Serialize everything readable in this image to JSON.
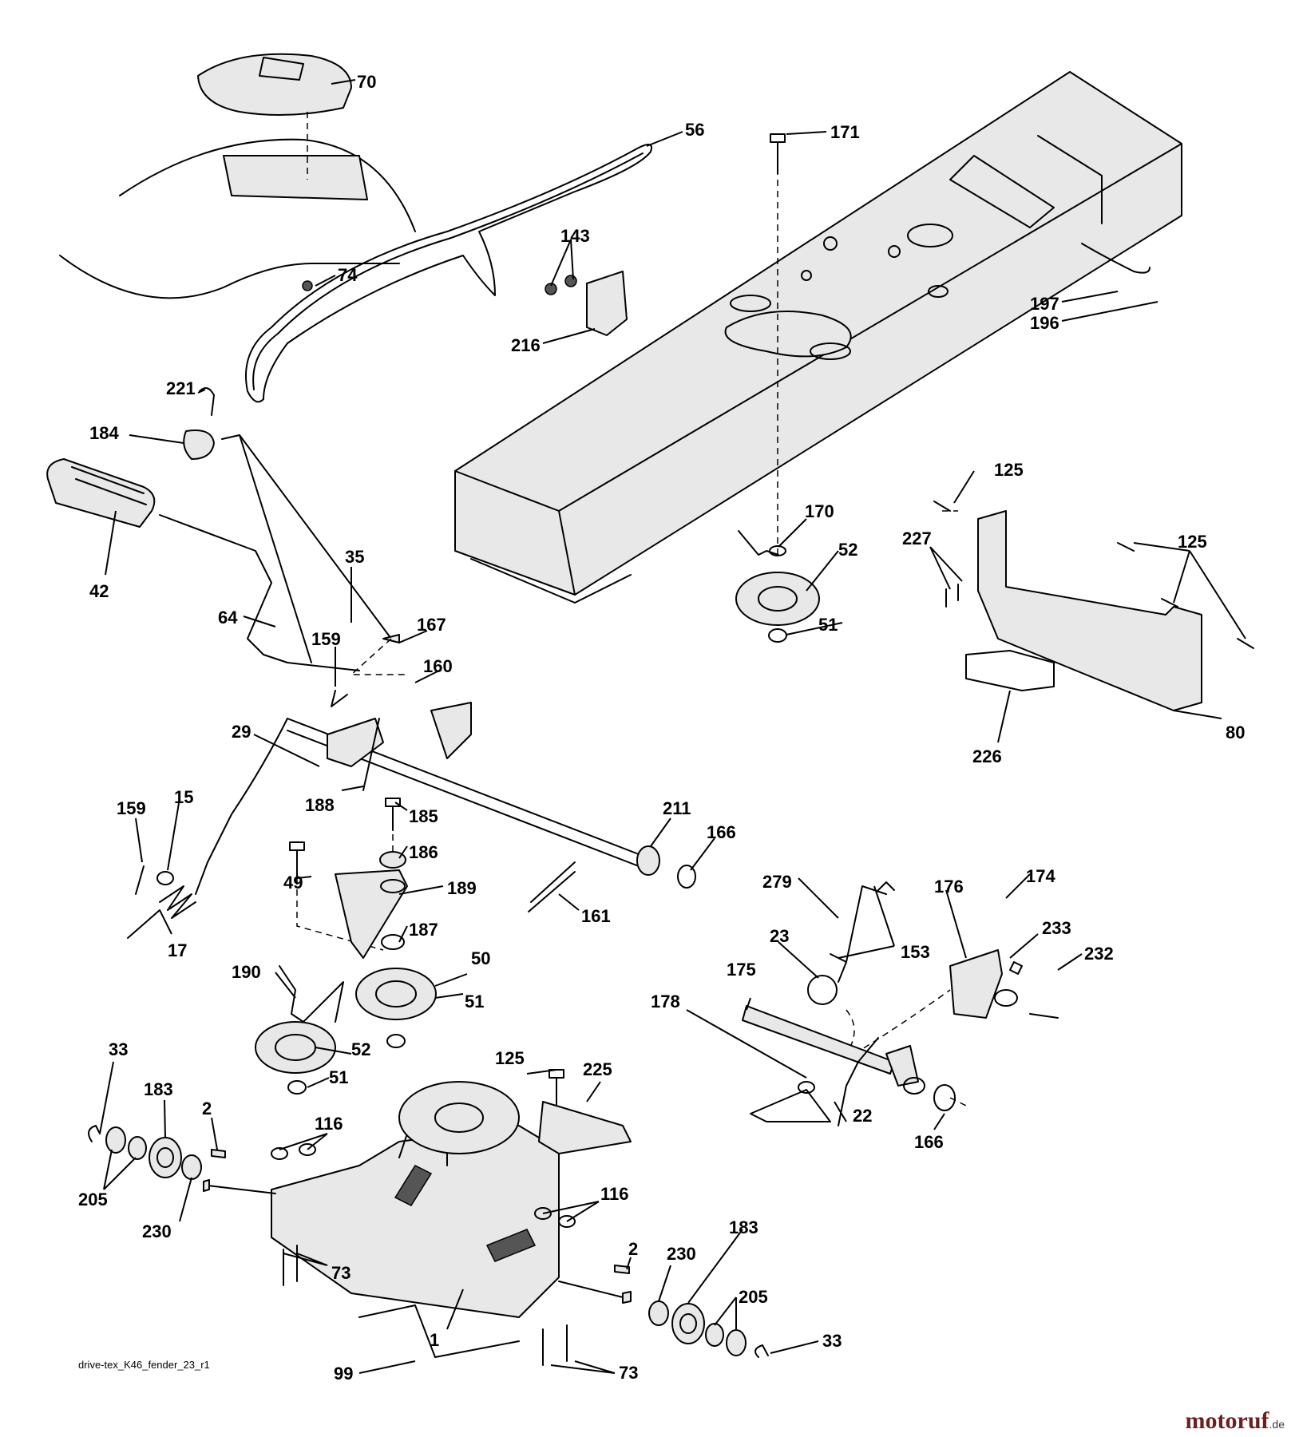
{
  "diagram": {
    "footer_label": "drive-tex_K46_fender_23_r1",
    "brand": {
      "name": "motoruf",
      "suffix": ".de"
    },
    "callouts": [
      {
        "id": "c70",
        "label": "70"
      },
      {
        "id": "c56",
        "label": "56"
      },
      {
        "id": "c171",
        "label": "171"
      },
      {
        "id": "c74",
        "label": "74"
      },
      {
        "id": "c143",
        "label": "143"
      },
      {
        "id": "c216",
        "label": "216"
      },
      {
        "id": "c197",
        "label": "197"
      },
      {
        "id": "c196",
        "label": "196"
      },
      {
        "id": "c221",
        "label": "221"
      },
      {
        "id": "c184",
        "label": "184"
      },
      {
        "id": "c42",
        "label": "42"
      },
      {
        "id": "c35",
        "label": "35"
      },
      {
        "id": "c64",
        "label": "64"
      },
      {
        "id": "c159a",
        "label": "159"
      },
      {
        "id": "c167",
        "label": "167"
      },
      {
        "id": "c160",
        "label": "160"
      },
      {
        "id": "c29",
        "label": "29"
      },
      {
        "id": "c125a",
        "label": "125"
      },
      {
        "id": "c170",
        "label": "170"
      },
      {
        "id": "c52a",
        "label": "52"
      },
      {
        "id": "c51a",
        "label": "51"
      },
      {
        "id": "c227",
        "label": "227"
      },
      {
        "id": "c125b",
        "label": "125"
      },
      {
        "id": "c226",
        "label": "226"
      },
      {
        "id": "c80",
        "label": "80"
      },
      {
        "id": "c159b",
        "label": "159"
      },
      {
        "id": "c15",
        "label": "15"
      },
      {
        "id": "c188",
        "label": "188"
      },
      {
        "id": "c185",
        "label": "185"
      },
      {
        "id": "c211",
        "label": "211"
      },
      {
        "id": "c166a",
        "label": "166"
      },
      {
        "id": "c186",
        "label": "186"
      },
      {
        "id": "c49",
        "label": "49"
      },
      {
        "id": "c189",
        "label": "189"
      },
      {
        "id": "c17",
        "label": "17"
      },
      {
        "id": "c161",
        "label": "161"
      },
      {
        "id": "c187",
        "label": "187"
      },
      {
        "id": "c279",
        "label": "279"
      },
      {
        "id": "c176",
        "label": "176"
      },
      {
        "id": "c174",
        "label": "174"
      },
      {
        "id": "c23",
        "label": "23"
      },
      {
        "id": "c233",
        "label": "233"
      },
      {
        "id": "c153",
        "label": "153"
      },
      {
        "id": "c232",
        "label": "232"
      },
      {
        "id": "c50",
        "label": "50"
      },
      {
        "id": "c190",
        "label": "190"
      },
      {
        "id": "c51b",
        "label": "51"
      },
      {
        "id": "c175",
        "label": "175"
      },
      {
        "id": "c178",
        "label": "178"
      },
      {
        "id": "c52b",
        "label": "52"
      },
      {
        "id": "c33a",
        "label": "33"
      },
      {
        "id": "c51c",
        "label": "51"
      },
      {
        "id": "c125c",
        "label": "125"
      },
      {
        "id": "c225",
        "label": "225"
      },
      {
        "id": "c183a",
        "label": "183"
      },
      {
        "id": "c2a",
        "label": "2"
      },
      {
        "id": "c116a",
        "label": "116"
      },
      {
        "id": "c22",
        "label": "22"
      },
      {
        "id": "c166b",
        "label": "166"
      },
      {
        "id": "c205a",
        "label": "205"
      },
      {
        "id": "c116b",
        "label": "116"
      },
      {
        "id": "c230a",
        "label": "230"
      },
      {
        "id": "c183b",
        "label": "183"
      },
      {
        "id": "c2b",
        "label": "2"
      },
      {
        "id": "c230b",
        "label": "230"
      },
      {
        "id": "c73a",
        "label": "73"
      },
      {
        "id": "c205b",
        "label": "205"
      },
      {
        "id": "c1",
        "label": "1"
      },
      {
        "id": "c33b",
        "label": "33"
      },
      {
        "id": "c99",
        "label": "99"
      },
      {
        "id": "c73b",
        "label": "73"
      }
    ]
  }
}
